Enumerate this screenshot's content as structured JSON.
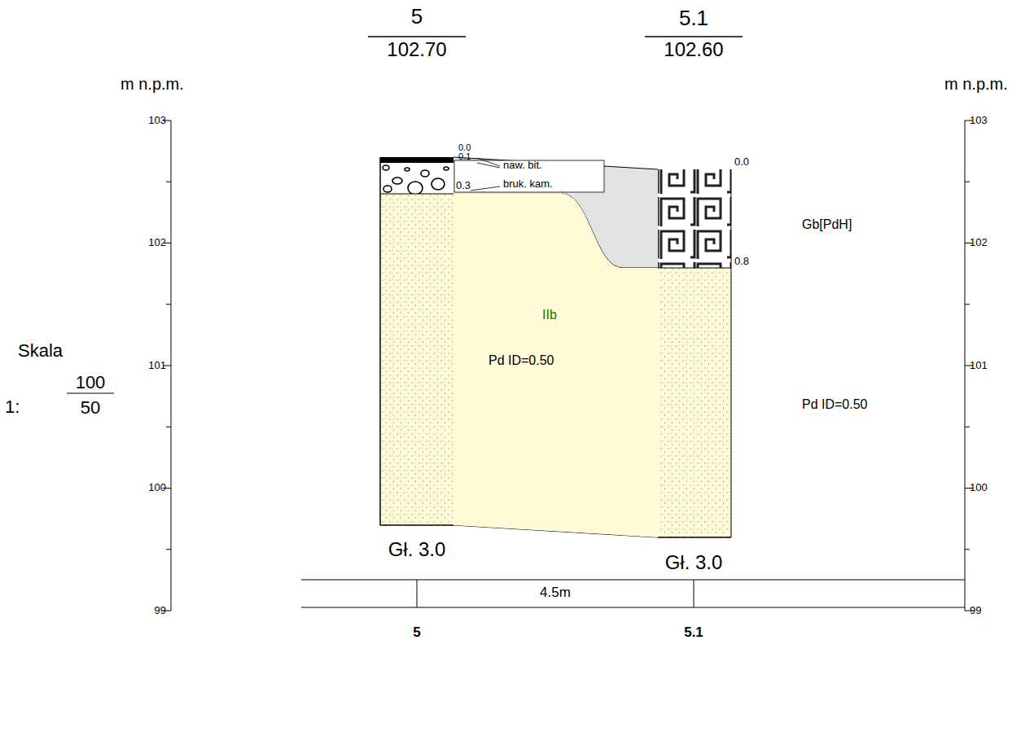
{
  "diagram": {
    "nodes": [
      {
        "text": [
          "IIb",
          "Pd   ID=0.50"
        ]
      }
    ],
    "labels": [
      "5",
      "102.70",
      "5.1",
      "102.60",
      "m n.p.m.",
      "m n.p.m.",
      "103",
      "102",
      "101",
      "100",
      "99",
      "103",
      "102",
      "101",
      "100",
      "99",
      "Skala",
      "1:",
      "100",
      "50",
      "0.0",
      "0.1",
      "0.3",
      "naw. bit.",
      "bruk. kam.",
      "0.0",
      "0.8",
      "Gb[PdH]",
      "Pd   ID=0.50",
      "Gł. 3.0",
      "Gł. 3.0",
      "4.5m",
      "5",
      "5.1"
    ]
  }
}
